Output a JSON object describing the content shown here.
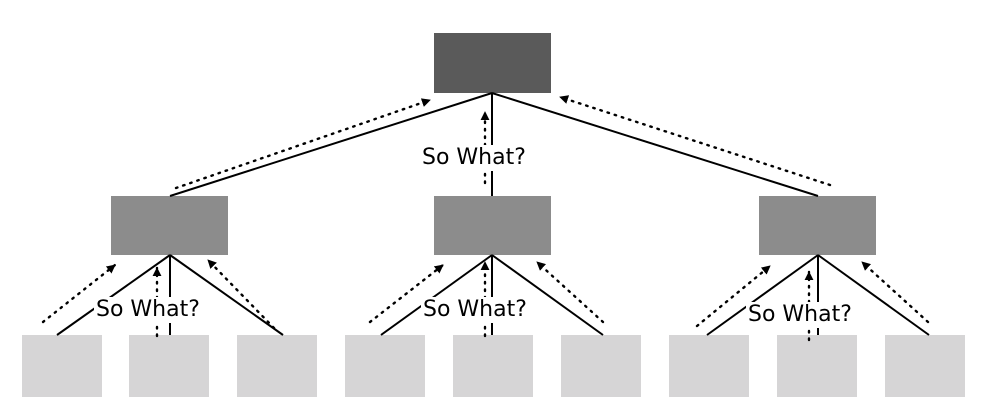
{
  "diagram": {
    "connector_label": "So What?",
    "colors": {
      "top_box": "#5a5a5a",
      "mid_box": "#8c8c8c",
      "leaf_box": "#d6d5d6",
      "line": "#000000",
      "background": "#ffffff"
    },
    "levels": [
      "top",
      "middle",
      "bottom"
    ],
    "structure": {
      "root_children": 3,
      "children_per_middle_node": 3
    }
  }
}
